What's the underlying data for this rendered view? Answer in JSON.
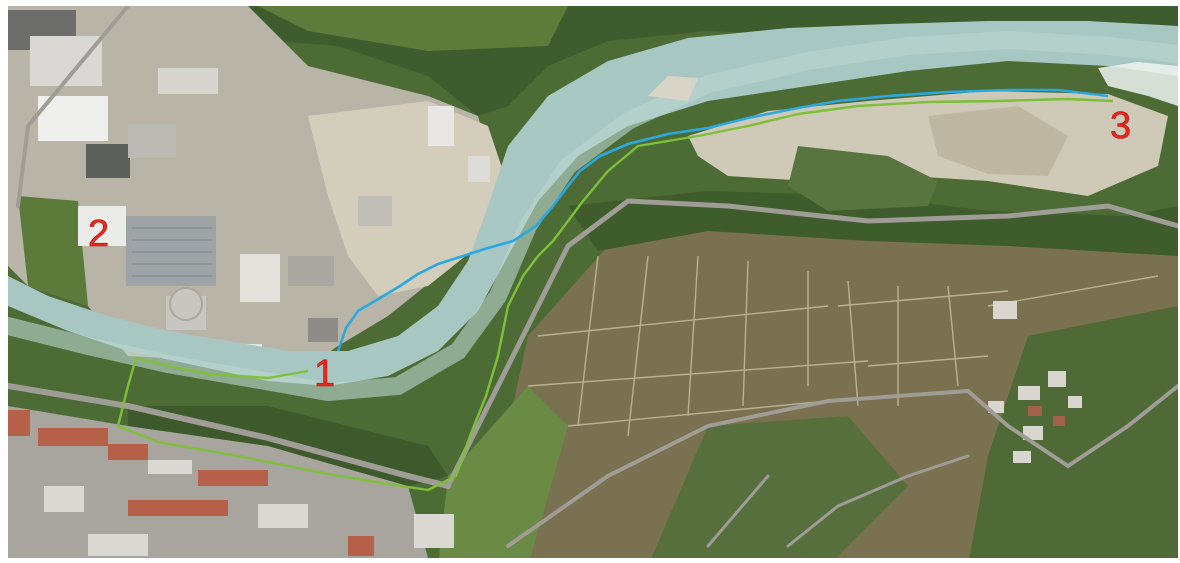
{
  "map": {
    "colors": {
      "vegetation_dark": "#3b5a2d",
      "vegetation_mid": "#5b7a3e",
      "field_light": "#8ea064",
      "vineyard": "#7d7352",
      "river": "#a9c7c2",
      "river_deep": "#8fb3ad",
      "gravel": "#cfcbbd",
      "road": "#9a9892",
      "buildings_roof": "#d9d9d6",
      "roof_red": "#b8604a",
      "route_blue": "#2aa9e0",
      "route_green": "#7fbf3a",
      "marker_red": "#e8271f"
    },
    "markers": [
      {
        "id": "1",
        "label": "1"
      },
      {
        "id": "2",
        "label": "2"
      },
      {
        "id": "3",
        "label": "3"
      }
    ],
    "routes": [
      {
        "id": "blue-route",
        "color": "#2aa9e0"
      },
      {
        "id": "green-route",
        "color": "#7fbf3a"
      }
    ]
  }
}
